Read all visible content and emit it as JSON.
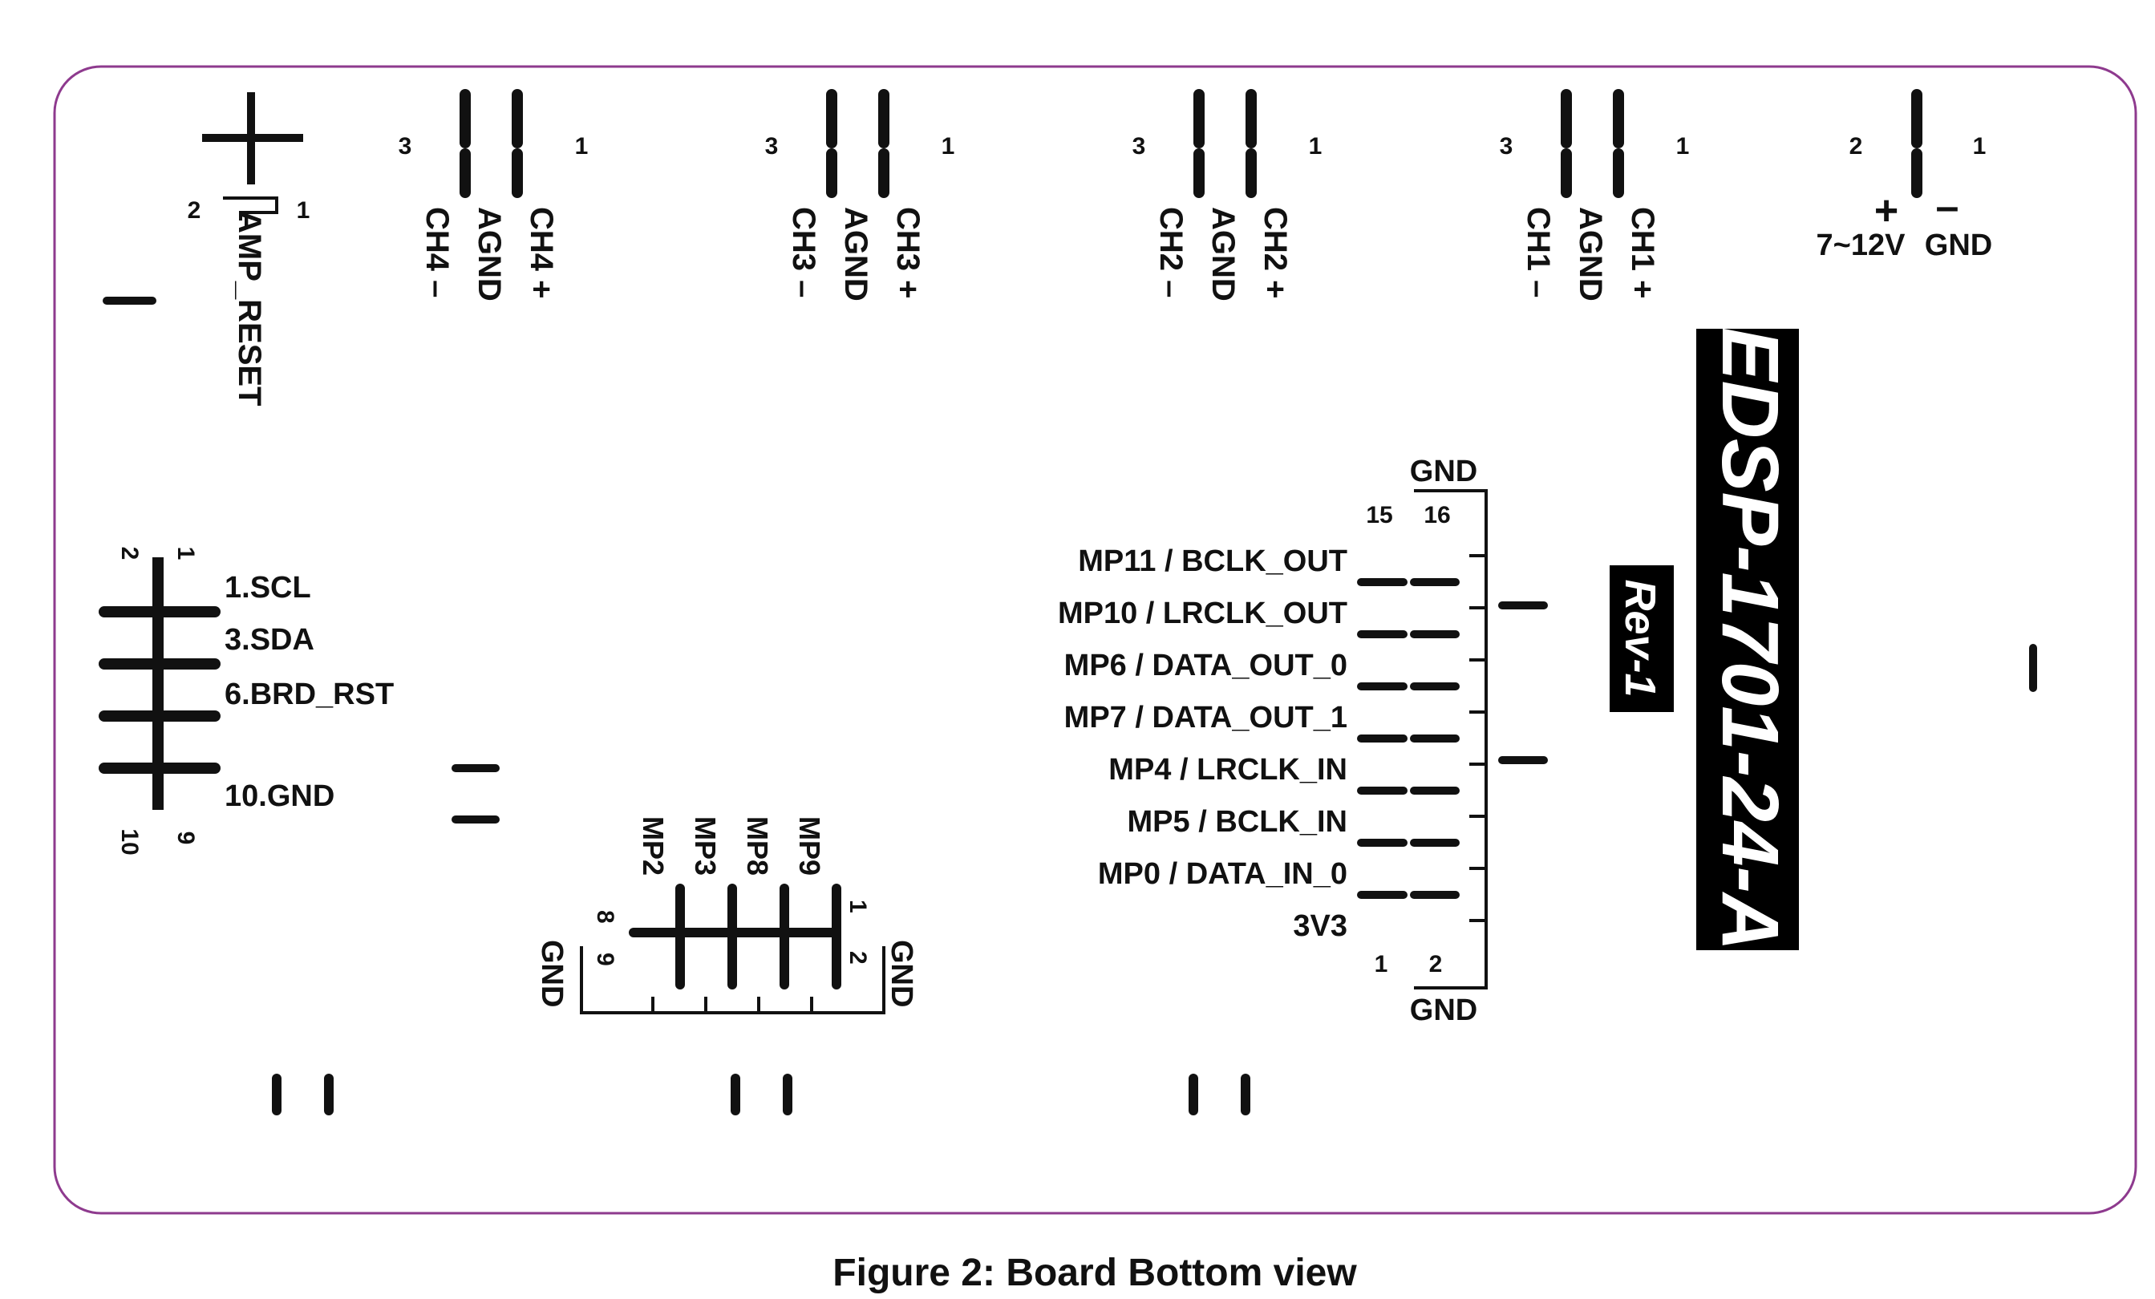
{
  "board": {
    "outline_color": "#8e3a8e",
    "silk_color": "#111111",
    "title": "EDSP-1701-24-A",
    "revision": "Rev-1"
  },
  "amp_reset": {
    "label": "AMP_RESET",
    "pin_left": "2",
    "pin_right": "1"
  },
  "channels": [
    {
      "pin_left": "3",
      "pin_right": "1",
      "labels": [
        "CH4 –",
        "AGND",
        "CH4 +"
      ]
    },
    {
      "pin_left": "3",
      "pin_right": "1",
      "labels": [
        "CH3 –",
        "AGND",
        "CH3 +"
      ]
    },
    {
      "pin_left": "3",
      "pin_right": "1",
      "labels": [
        "CH2 –",
        "AGND",
        "CH2 +"
      ]
    },
    {
      "pin_left": "3",
      "pin_right": "1",
      "labels": [
        "CH1 –",
        "AGND",
        "CH1 +"
      ]
    }
  ],
  "power": {
    "pin_left": "2",
    "pin_right": "1",
    "plus": "+",
    "minus": "–",
    "voltage": "7~12V",
    "gnd": "GND"
  },
  "i2c_header": {
    "pins_top": [
      "2",
      "1"
    ],
    "pins_bottom": [
      "10",
      "9"
    ],
    "labels": [
      "1.SCL",
      "3.SDA",
      "6.BRD_RST",
      "10.GND"
    ]
  },
  "mp_header": {
    "labels": [
      "MP2",
      "MP3",
      "MP8",
      "MP9"
    ],
    "pin_tl": "8",
    "pin_bl": "9",
    "pin_tr": "1",
    "pin_br": "2",
    "gnd_left": "GND",
    "gnd_right": "GND"
  },
  "digital_header": {
    "gnd_top": "GND",
    "gnd_bottom": "GND",
    "pin_tl": "15",
    "pin_tr": "16",
    "pin_bl": "1",
    "pin_br": "2",
    "signals": [
      "MP11 / BCLK_OUT",
      "MP10 / LRCLK_OUT",
      "MP6 / DATA_OUT_0",
      "MP7 / DATA_OUT_1",
      "MP4 / LRCLK_IN",
      "MP5 / BCLK_IN",
      "MP0 / DATA_IN_0",
      "3V3"
    ]
  },
  "caption": "Figure 2: Board Bottom view"
}
